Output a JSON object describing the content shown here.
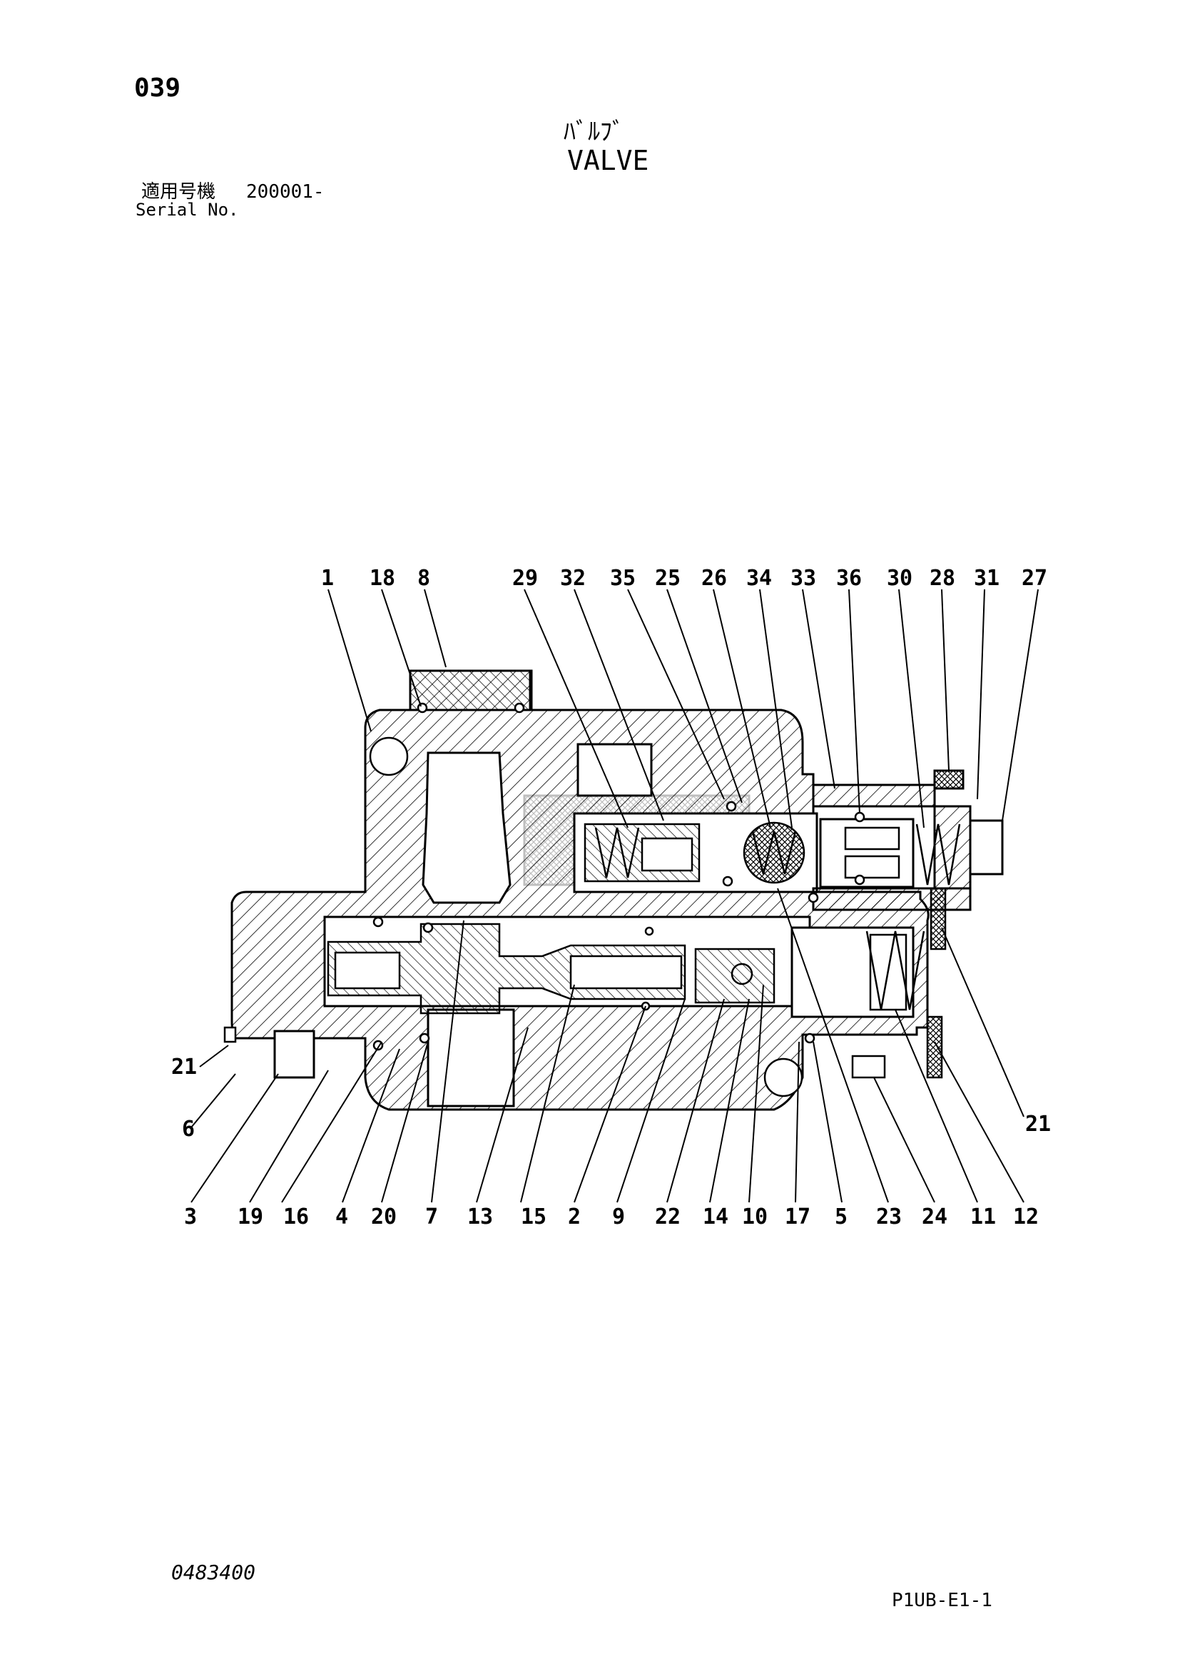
{
  "page_number": "039",
  "title_jp": "ﾊﾞﾙﾌﾞ",
  "title_en": "VALVE",
  "serial": {
    "label_jp": "適用号機",
    "value": "200001-",
    "label_en": "Serial No."
  },
  "callouts_top": [
    "1",
    "18",
    "8",
    "29",
    "32",
    "35",
    "25",
    "26",
    "34",
    "33",
    "36",
    "30",
    "28",
    "31",
    "27"
  ],
  "callouts_bottom": [
    "3",
    "19",
    "16",
    "4",
    "20",
    "7",
    "13",
    "15",
    "2",
    "9",
    "22",
    "14",
    "10",
    "17",
    "5",
    "23",
    "24",
    "11",
    "12"
  ],
  "callouts_side": [
    "21",
    "6",
    "21"
  ],
  "footer": {
    "doc_code": "0483400",
    "sheet_code": "P1UB-E1-1"
  }
}
